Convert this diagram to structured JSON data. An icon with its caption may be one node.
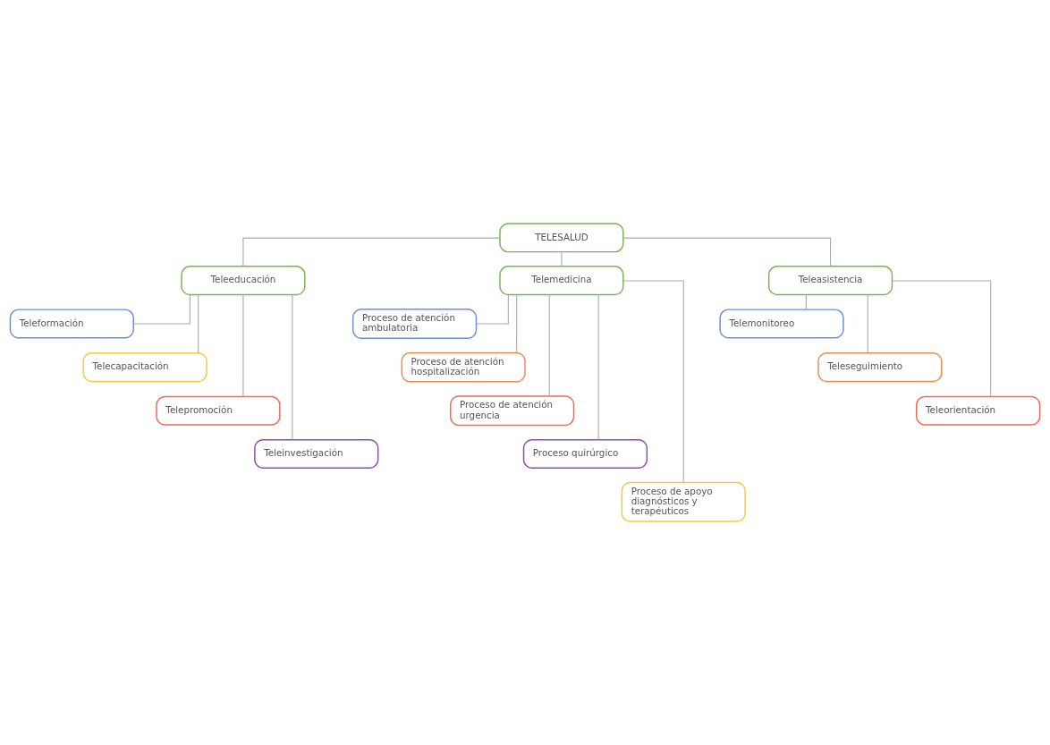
{
  "diagram": {
    "nodes": [
      {
        "text": [
          "TELESALUD"
        ]
      },
      {
        "text": [
          "Teleeducación"
        ]
      },
      {
        "text": [
          "Telemedicina"
        ]
      },
      {
        "text": [
          "Teleasistencia"
        ]
      },
      {
        "text": [
          "Teleformación"
        ]
      },
      {
        "text": [
          "Telecapacitación"
        ]
      },
      {
        "text": [
          "Telepromoción"
        ]
      },
      {
        "text": [
          "Teleinvestigación"
        ]
      },
      {
        "text": [
          "Proceso de atención ambulatoria"
        ]
      },
      {
        "text": [
          "Proceso de atención hospitalización"
        ]
      },
      {
        "text": [
          "Proceso de atención urgencia"
        ]
      },
      {
        "text": [
          "Proceso quirúrgico"
        ]
      },
      {
        "text": [
          "Proceso de apoyo diagnósticos y terapéuticos"
        ]
      },
      {
        "text": [
          "Telemonitoreo"
        ]
      },
      {
        "text": [
          "Teleseguimiento"
        ]
      },
      {
        "text": [
          "Teleorientación"
        ]
      }
    ],
    "edges": [
      {
        "from": 0,
        "to": 1,
        "arrow": "none"
      },
      {
        "from": 0,
        "to": 2,
        "arrow": "none"
      },
      {
        "from": 0,
        "to": 3,
        "arrow": "none"
      },
      {
        "from": 1,
        "to": 4,
        "arrow": "none"
      },
      {
        "from": 1,
        "to": 5,
        "arrow": "none"
      },
      {
        "from": 1,
        "to": 6,
        "arrow": "none"
      },
      {
        "from": 1,
        "to": 7,
        "arrow": "none"
      },
      {
        "from": 2,
        "to": 8,
        "arrow": "none"
      },
      {
        "from": 2,
        "to": 9,
        "arrow": "none"
      },
      {
        "from": 2,
        "to": 10,
        "arrow": "none"
      },
      {
        "from": 2,
        "to": 11,
        "arrow": "none"
      },
      {
        "from": 2,
        "to": 12,
        "arrow": "none"
      },
      {
        "from": 3,
        "to": 13,
        "arrow": "none"
      },
      {
        "from": 3,
        "to": 14,
        "arrow": "none"
      },
      {
        "from": 3,
        "to": 15,
        "arrow": "none"
      }
    ]
  }
}
